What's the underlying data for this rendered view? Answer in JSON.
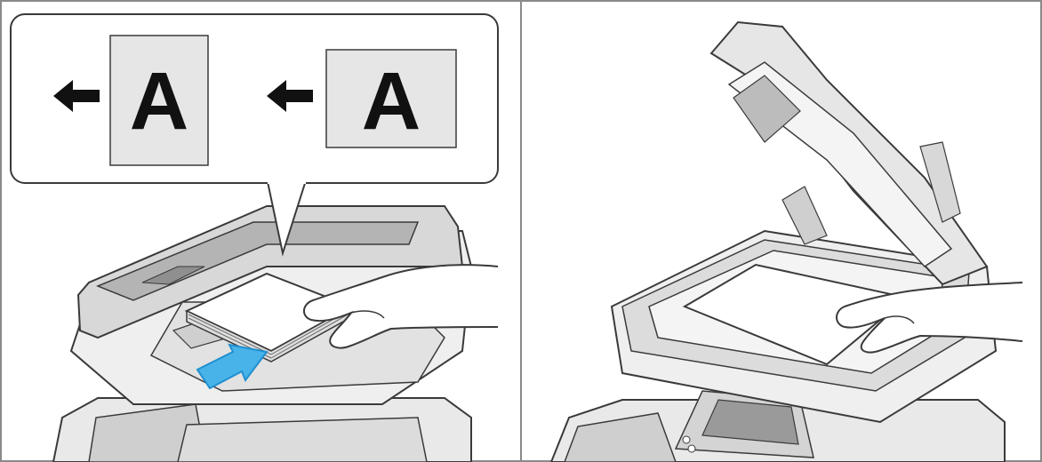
{
  "callout": {
    "portrait_letter": "A",
    "landscape_letter": "A"
  },
  "panels": {
    "left": {
      "subject": "document-feeder-loading"
    },
    "right": {
      "subject": "platen-glass-placement"
    }
  },
  "icons": {
    "feed_direction_arrow": "arrow-left-icon",
    "insert_arrow": "insert-arrow-icon"
  },
  "colors": {
    "outline": "#3a3a3a",
    "panel_fill": "#e6e6e6",
    "machine_light": "#efefef",
    "machine_mid": "#d2d2d2",
    "machine_dark": "#9a9a9a",
    "glass": "#f4f4f4",
    "arrow_blue": "#48b3e8",
    "arrow_blue_dark": "#1f8fd0",
    "skin": "#ffffff"
  }
}
